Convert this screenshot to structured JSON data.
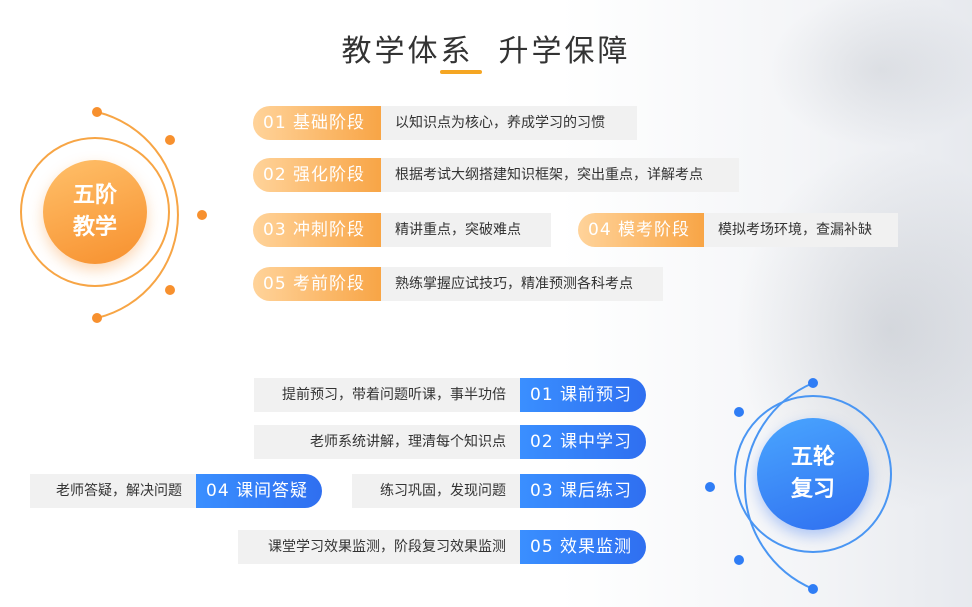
{
  "title": "教学体系  升学保障",
  "colors": {
    "accent_orange": "#f7902e",
    "accent_blue": "#2f6ff0",
    "desc_bg": "#f1f1f1"
  },
  "five_stage": {
    "circle_line1": "五阶",
    "circle_line2": "教学",
    "stages": [
      {
        "label": "01 基础阶段",
        "desc": "以知识点为核心，养成学习的习惯"
      },
      {
        "label": "02 强化阶段",
        "desc": "根据考试大纲搭建知识框架，突出重点，详解考点"
      },
      {
        "label": "03 冲刺阶段",
        "desc": "精讲重点，突破难点"
      },
      {
        "label": "04 模考阶段",
        "desc": "模拟考场环境，查漏补缺"
      },
      {
        "label": "05 考前阶段",
        "desc": "熟练掌握应试技巧，精准预测各科考点"
      }
    ]
  },
  "five_round": {
    "circle_line1": "五轮",
    "circle_line2": "复习",
    "rounds": [
      {
        "label": "01 课前预习",
        "desc": "提前预习，带着问题听课，事半功倍"
      },
      {
        "label": "02 课中学习",
        "desc": "老师系统讲解，理清每个知识点"
      },
      {
        "label": "03 课后练习",
        "desc": "练习巩固，发现问题"
      },
      {
        "label": "04 课间答疑",
        "desc": "老师答疑，解决问题"
      },
      {
        "label": "05 效果监测",
        "desc": "课堂学习效果监测，阶段复习效果监测"
      }
    ]
  }
}
